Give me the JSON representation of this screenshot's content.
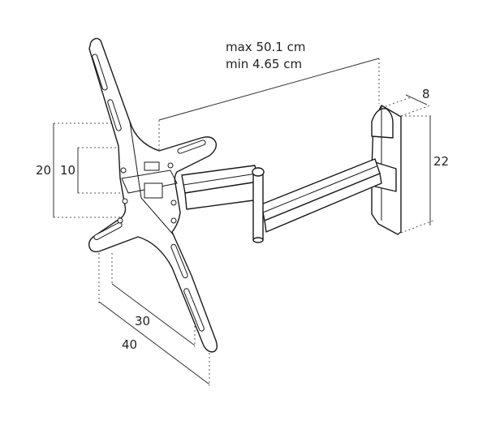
{
  "dimensions": {
    "arm_max": "max 50.1 cm",
    "arm_min": "min 4.65 cm",
    "depth_label": "8",
    "height_label": "22",
    "vesa_v_outer": "20",
    "vesa_v_inner": "10",
    "vesa_h_inner": "30",
    "vesa_h_outer": "40"
  },
  "colors": {
    "line": "#1a1a1a",
    "text": "#222222",
    "background": "#ffffff"
  }
}
